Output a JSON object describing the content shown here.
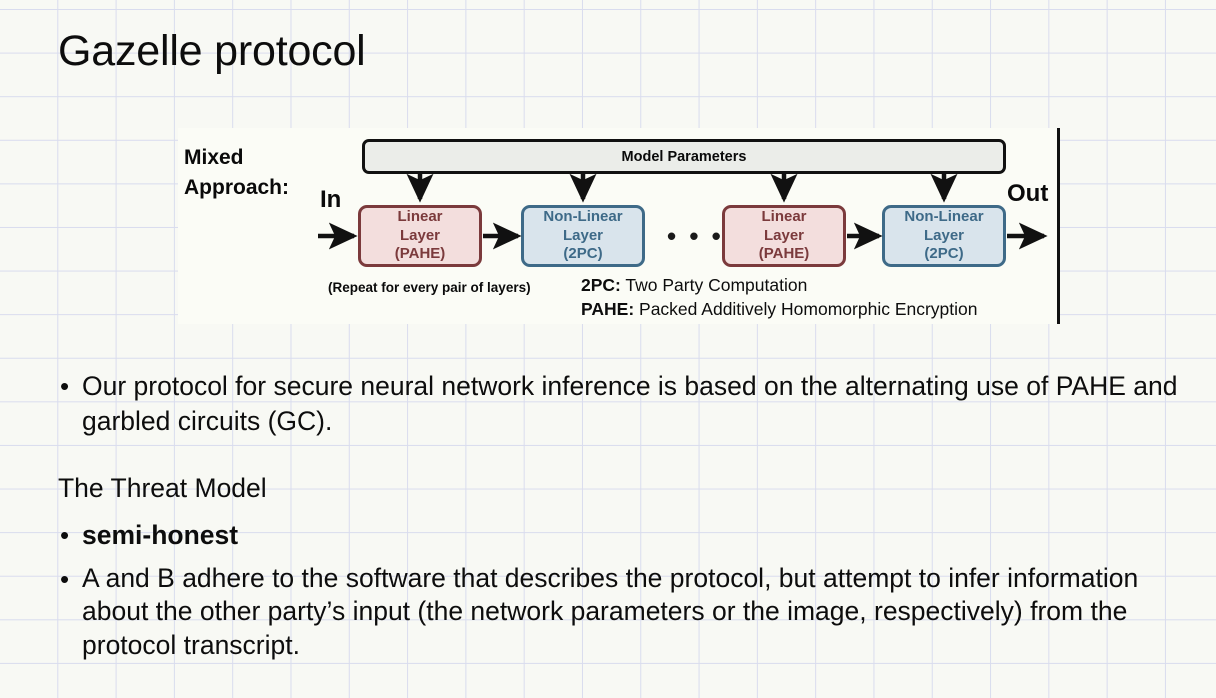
{
  "slide": {
    "title": "Gazelle protocol",
    "background_color": "#f8f9f4",
    "grid_color": "#d9dcee"
  },
  "figure": {
    "mixed_approach_label": "Mixed\nApproach:",
    "in_label": "In",
    "out_label": "Out",
    "model_parameters_label": "Model Parameters",
    "ellipsis": "• • •",
    "repeat_note": "(Repeat for every pair of layers)",
    "boxes": [
      {
        "id": "linear-1",
        "kind": "linear",
        "line1": "Linear",
        "line2": "Layer",
        "line3": "(PAHE)"
      },
      {
        "id": "nonlinear-1",
        "kind": "nonlinear",
        "line1": "Non-Linear",
        "line2": "Layer",
        "line3": "(2PC)"
      },
      {
        "id": "linear-2",
        "kind": "linear",
        "line1": "Linear",
        "line2": "Layer",
        "line3": "(PAHE)"
      },
      {
        "id": "nonlinear-2",
        "kind": "nonlinear",
        "line1": "Non-Linear",
        "line2": "Layer",
        "line3": "(2PC)"
      }
    ],
    "legend": [
      {
        "abbr": "2PC:",
        "expansion": " Two Party Computation"
      },
      {
        "abbr": "PAHE:",
        "expansion": " Packed Additively Homomorphic Encryption"
      }
    ],
    "colors": {
      "linear_fill": "#f3dedd",
      "linear_border": "#7b3a3c",
      "nonlinear_fill": "#d9e4ec",
      "nonlinear_border": "#3e6a88",
      "model_params_fill": "#ebede9",
      "model_params_border": "#111111",
      "figure_background": "#fbfcf6"
    }
  },
  "body": {
    "bullet_char": "•",
    "bullet_1": "Our protocol for secure neural network inference is based on the alternating use of PAHE and garbled circuits (GC).",
    "threat_model_heading": "The Threat Model",
    "bullet_2": "semi-honest",
    "bullet_3": "A and B adhere to the software that describes the protocol, but attempt to infer information about the other party’s input (the network parameters or the image, respectively) from the protocol transcript."
  }
}
